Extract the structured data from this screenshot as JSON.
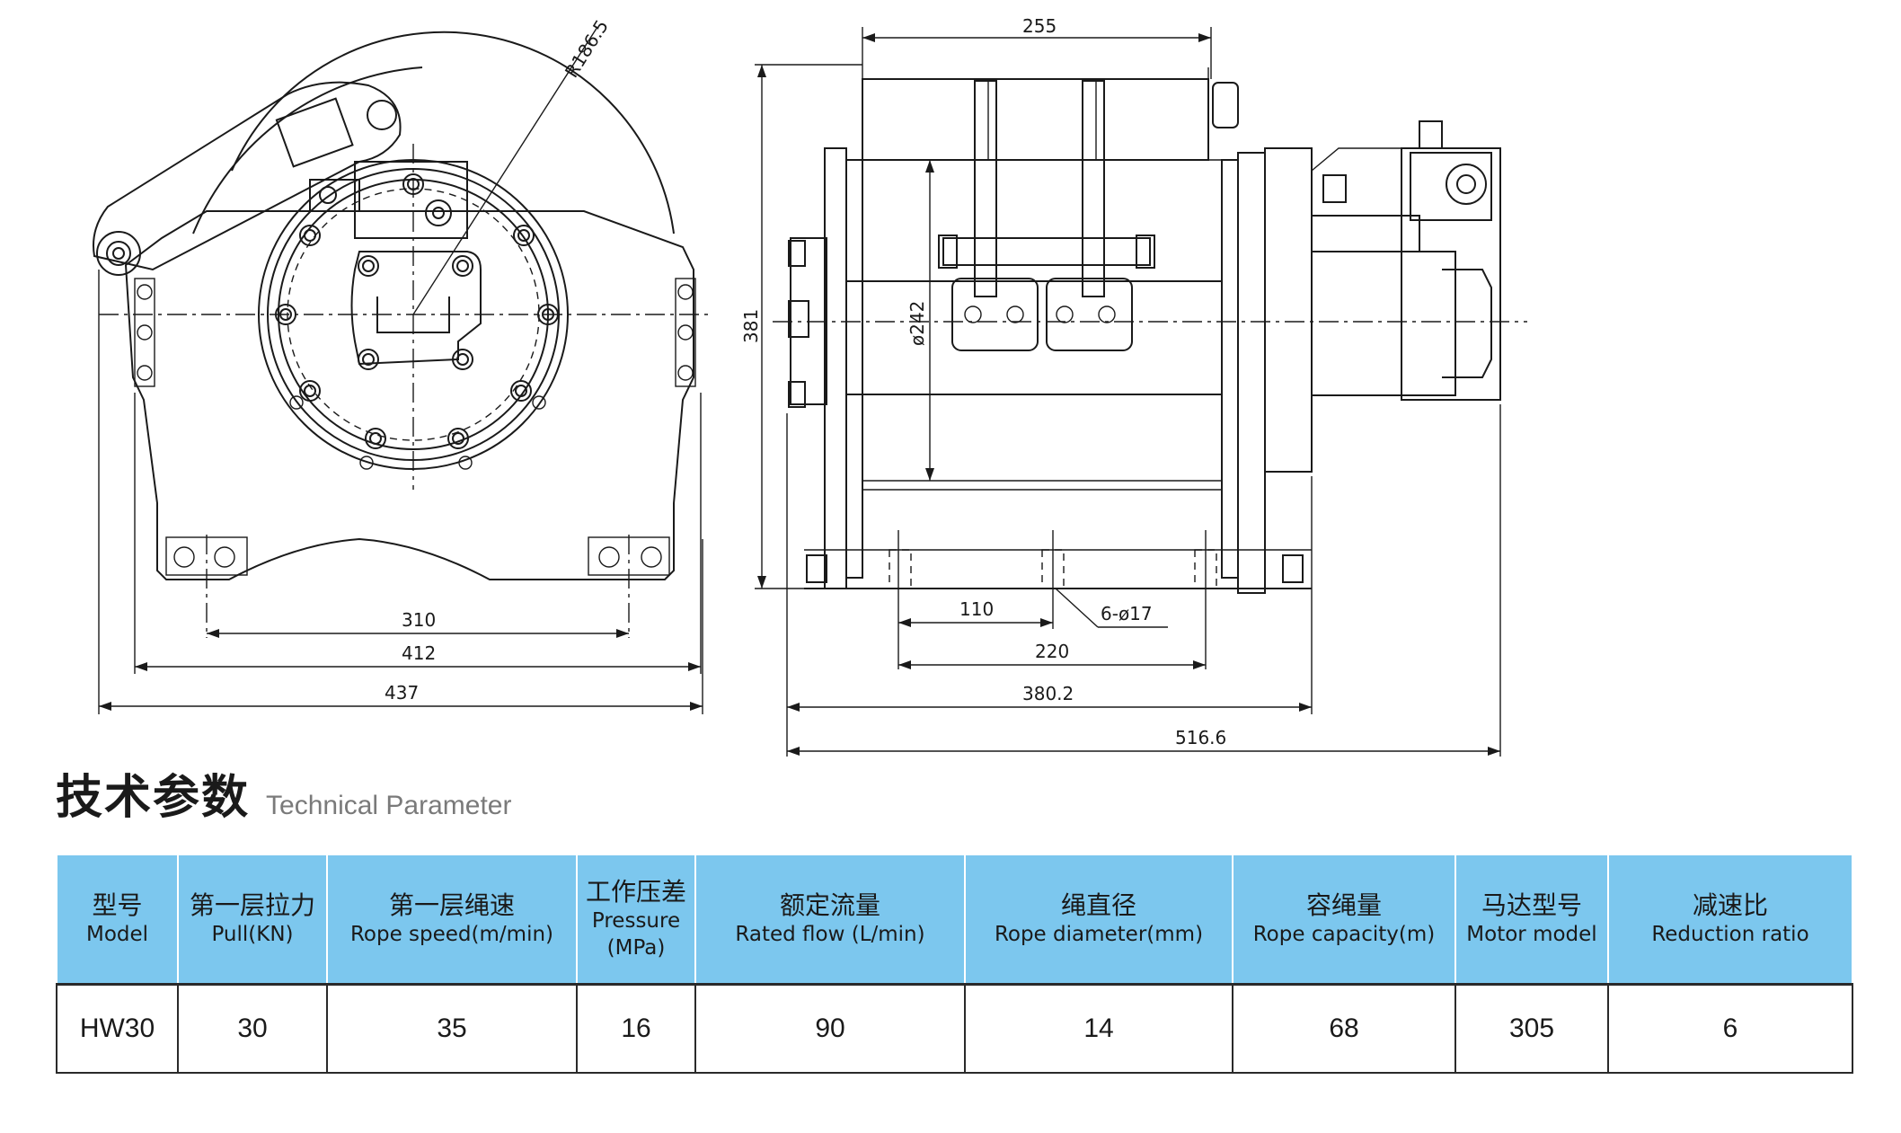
{
  "drawing": {
    "front_view": {
      "radius_label": "R186.5",
      "dims": [
        "310",
        "412",
        "437"
      ]
    },
    "side_view": {
      "top_dim": "255",
      "height_dim": "381",
      "drum_dia": "ø242",
      "bolt_note": "6-ø17",
      "dims": [
        "110",
        "220",
        "380.2",
        "516.6"
      ]
    }
  },
  "section": {
    "title_cn": "技术参数",
    "title_en": "Technical Parameter"
  },
  "table": {
    "headers": [
      {
        "cn": "型号",
        "en": "Model"
      },
      {
        "cn": "第一层拉力",
        "en": "Pull(KN)"
      },
      {
        "cn": "第一层绳速",
        "en": "Rope speed(m/min)"
      },
      {
        "cn": "工作压差",
        "en": "Pressure",
        "en2": "(MPa)"
      },
      {
        "cn": "额定流量",
        "en": "Rated flow (L/min)"
      },
      {
        "cn": "绳直径",
        "en": "Rope diameter(mm)"
      },
      {
        "cn": "容绳量",
        "en": "Rope capacity(m)"
      },
      {
        "cn": "马达型号",
        "en": "Motor model"
      },
      {
        "cn": "减速比",
        "en": "Reduction ratio"
      }
    ],
    "row": [
      "HW30",
      "30",
      "35",
      "16",
      "90",
      "14",
      "68",
      "305",
      "6"
    ]
  }
}
